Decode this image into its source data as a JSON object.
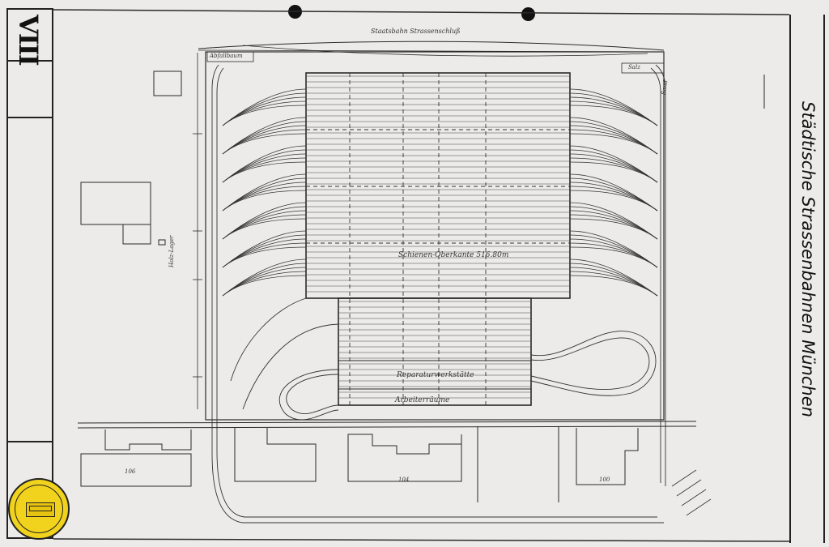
{
  "sheet": {
    "number": "VIII",
    "title": "Städtische Strassenbahnen München"
  },
  "plan": {
    "top_label": "Staatsbahn Strassenschluß",
    "label_abfall": "Abfallbaum",
    "label_salz": "Salz",
    "label_sand": "Sand",
    "label_oberkante": "Schienen-Oberkante 516.80m",
    "label_reparatur": "Reparaturwerkstätte",
    "label_arbeiter": "Arbeiterräume",
    "label_holz": "Holz-Lager",
    "building_106": "106",
    "building_104": "104",
    "building_100": "100"
  },
  "colors": {
    "paper": "#ecebe9",
    "ink": "#2a2a2a",
    "badge": "#f1d21c"
  },
  "icons": {
    "badge": "tram-badge-icon",
    "holes": "punch-hole-icon"
  }
}
